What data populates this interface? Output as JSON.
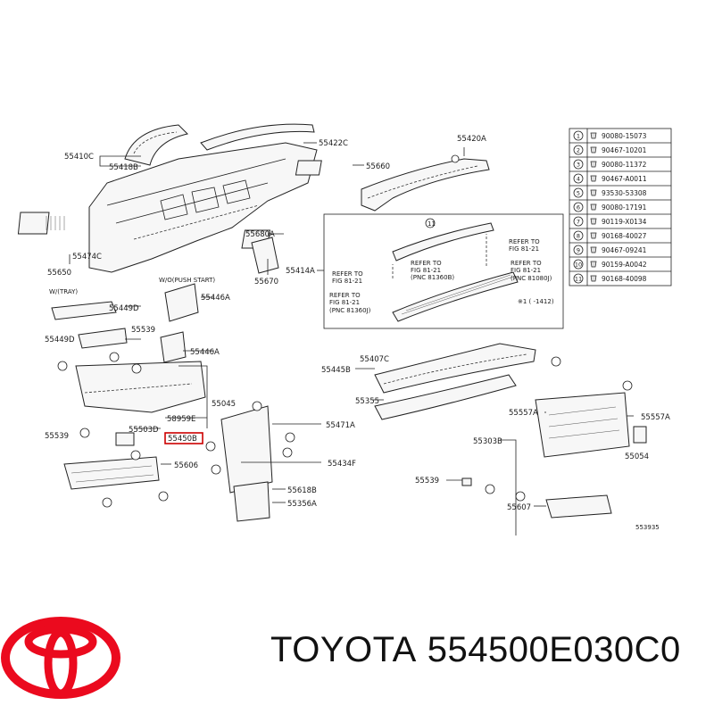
{
  "labels": {
    "p55410C": "55410C",
    "p55418B": "55418B",
    "p55422C": "55422C",
    "p55420A": "55420A",
    "p55660": "55660",
    "p55474C": "55474C",
    "p55650": "55650",
    "p55680A": "55680A",
    "p55670": "55670",
    "p55414A": "55414A",
    "wdeny": "W/O(PUSH START)",
    "wtray": "W/(TRAY)",
    "p55449D": "55449D",
    "p55446A_1": "55446A",
    "p55449D_2": "55449D",
    "p55539_1": "55539",
    "p55446A_2": "55446A",
    "p55045": "55045",
    "p58959E": "58959E",
    "p55503D": "55503D",
    "p55450B": "55450B",
    "p55539_2": "55539",
    "p55606": "55606",
    "p55471A": "55471A",
    "p55434F": "55434F",
    "p55618B": "55618B",
    "p55356A": "55356A",
    "p55445B": "55445B",
    "p55407C": "55407C",
    "p55355": "55355",
    "p55303B": "55303B",
    "p55557A_1": "55557A",
    "p55557A_2": "55557A",
    "p55054": "55054",
    "p55539_3": "55539",
    "p55607": "55607",
    "fig": "553935",
    "ref_1412": "※1 ( -1412)",
    "refer1": "REFER TO",
    "refer1b": "FIG 81-21",
    "refer2": "REFER TO",
    "refer2b": "FIG 81-21",
    "refer2c": "(PNC 81360B)",
    "refer3": "REFER TO",
    "refer3b": "FIG 81-21",
    "refer3c": "(PNC 81360J)",
    "refer4": "REFER TO",
    "refer4b": "FIG 81-21",
    "refer5": "REFER TO",
    "refer5b": "FIG 81-21",
    "refer5c": "(PNC 81080J)"
  },
  "fastener_table": [
    {
      "num": "1",
      "code": "90080-15073"
    },
    {
      "num": "2",
      "code": "90467-10201"
    },
    {
      "num": "3",
      "code": "90080-11372"
    },
    {
      "num": "4",
      "code": "90467-A0011"
    },
    {
      "num": "5",
      "code": "93530-53308"
    },
    {
      "num": "6",
      "code": "90080-17191"
    },
    {
      "num": "7",
      "code": "90119-X0134"
    },
    {
      "num": "8",
      "code": "90168-40027"
    },
    {
      "num": "9",
      "code": "90467-09241"
    },
    {
      "num": "10",
      "code": "90159-A0042"
    },
    {
      "num": "11",
      "code": "90168-40098"
    }
  ],
  "footer": {
    "brand": "TOYOTA",
    "part_number": "554500E030C0"
  },
  "colors": {
    "highlight": "#cc0000",
    "logo": "#eb0a1e"
  }
}
